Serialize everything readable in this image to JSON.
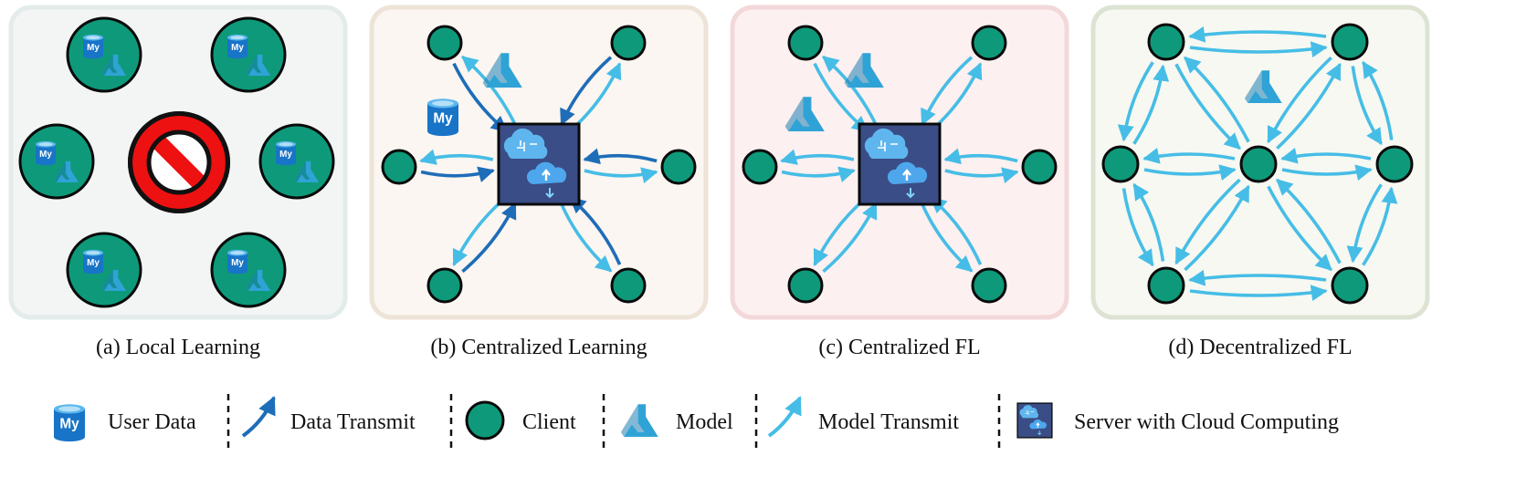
{
  "panels": [
    {
      "id": "a",
      "caption": "(a) Local Learning",
      "bg": "#f3f5f5",
      "border": "#e3ebeb"
    },
    {
      "id": "b",
      "caption": "(b) Centralized Learning",
      "bg": "#fbf6f1",
      "border": "#ede3d7"
    },
    {
      "id": "c",
      "caption": "(c) Centralized FL",
      "bg": "#fcf0f0",
      "border": "#f3d8da"
    },
    {
      "id": "d",
      "caption": "(d) Decentralized FL",
      "bg": "#f6f8f1",
      "border": "#dde3d2"
    }
  ],
  "legend": [
    {
      "icon": "user-data-icon",
      "label": "User Data"
    },
    {
      "icon": "data-transmit-icon",
      "label": "Data Transmit"
    },
    {
      "icon": "client-icon",
      "label": "Client"
    },
    {
      "icon": "model-icon",
      "label": "Model"
    },
    {
      "icon": "model-transmit-icon",
      "label": "Model Transmit"
    },
    {
      "icon": "server-icon",
      "label": "Server with Cloud Computing"
    }
  ],
  "db_label": "My",
  "colors": {
    "client_fill": "#0e9a7a",
    "client_stroke": "#0a0a0a",
    "data_arrow": "#1e6db8",
    "model_arrow": "#46bde6",
    "server_fill": "#3a4d86",
    "model_icon": "#2fa3d6",
    "prohibit": "#ee1111"
  }
}
